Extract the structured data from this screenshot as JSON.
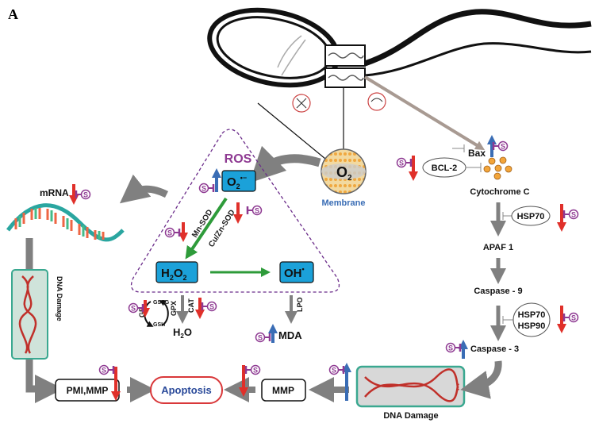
{
  "panel_label": "A",
  "sperm": {
    "membrane_label": "Membrane",
    "oxygen": {
      "base": "O",
      "sub": "2"
    }
  },
  "ros": {
    "title": "ROS",
    "superoxide": {
      "base": "O",
      "sub": "2",
      "sup": "•−"
    },
    "hydrogen_peroxide": {
      "h": "H",
      "sub1": "2",
      "o": "O",
      "sub2": "2"
    },
    "hydroxyl": {
      "base": "OH",
      "sup": "•"
    },
    "enzyme_1": "Mn-SOD",
    "enzyme_2": "Cu/Zn-SOD",
    "gpx": "GPX",
    "cat": "CAT",
    "gssg": "GSSG",
    "gsh": "GSH",
    "gr": "GR",
    "water": {
      "h": "H",
      "sub": "2",
      "o": "O"
    },
    "lpo": "LPO",
    "mda": "MDA"
  },
  "left": {
    "mrna": "mRNA",
    "dna_damage": "DNA Damage"
  },
  "bottom": {
    "pmi_mmp": "PMI,MMP",
    "apoptosis": "Apoptosis",
    "mmp": "MMP",
    "dna_damage": "DNA Damage"
  },
  "right": {
    "bax": "Bax",
    "bcl2": "BCL-2",
    "cytochrome_c": "Cytochrome C",
    "hsp70": "HSP70",
    "apaf1": "APAF 1",
    "caspase9": "Caspase - 9",
    "hsp70b": "HSP70",
    "hsp90": "HSP90",
    "caspase3": "Caspase - 3"
  },
  "supplement_symbol": "S",
  "colors": {
    "up": "#3a6db5",
    "down": "#e0302a",
    "supplement": "#8e3a92",
    "ros_box": "#1ba1d9",
    "green": "#2e9b3a",
    "gray_arrow": "#808080",
    "teal": "#3aa890",
    "ros_border": "#6b2c8a",
    "membrane_text": "#3a6db5"
  }
}
